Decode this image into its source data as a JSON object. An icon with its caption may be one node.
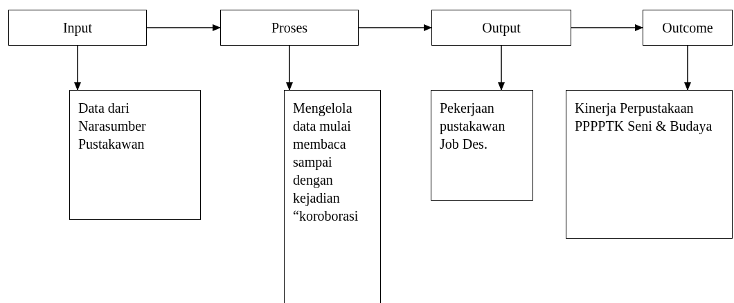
{
  "diagram": {
    "nodes": [
      {
        "text": [
          "Input"
        ]
      },
      {
        "text": [
          "Proses"
        ]
      },
      {
        "text": [
          "Output"
        ]
      },
      {
        "text": [
          "Outcome"
        ]
      },
      {
        "text": [
          "Data dari Narasumber Pustakawan"
        ]
      },
      {
        "text": [
          "Mengelola data mulai membaca sampai dengan kejadian “koroborasi"
        ]
      },
      {
        "text": [
          "Pekerjaan pustakawan Job Des."
        ]
      },
      {
        "text": [
          "Kinerja Perpustakaan PPPPTK Seni & Budaya"
        ]
      }
    ],
    "edges": [
      {
        "from": 0,
        "to": 1,
        "arrow": "to"
      },
      {
        "from": 1,
        "to": 2,
        "arrow": "to"
      },
      {
        "from": 2,
        "to": 3,
        "arrow": "to"
      },
      {
        "from": 0,
        "to": 4,
        "arrow": "to"
      },
      {
        "from": 1,
        "to": 5,
        "arrow": "to"
      },
      {
        "from": 2,
        "to": 6,
        "arrow": "to"
      },
      {
        "from": 3,
        "to": 7,
        "arrow": "to"
      }
    ]
  }
}
